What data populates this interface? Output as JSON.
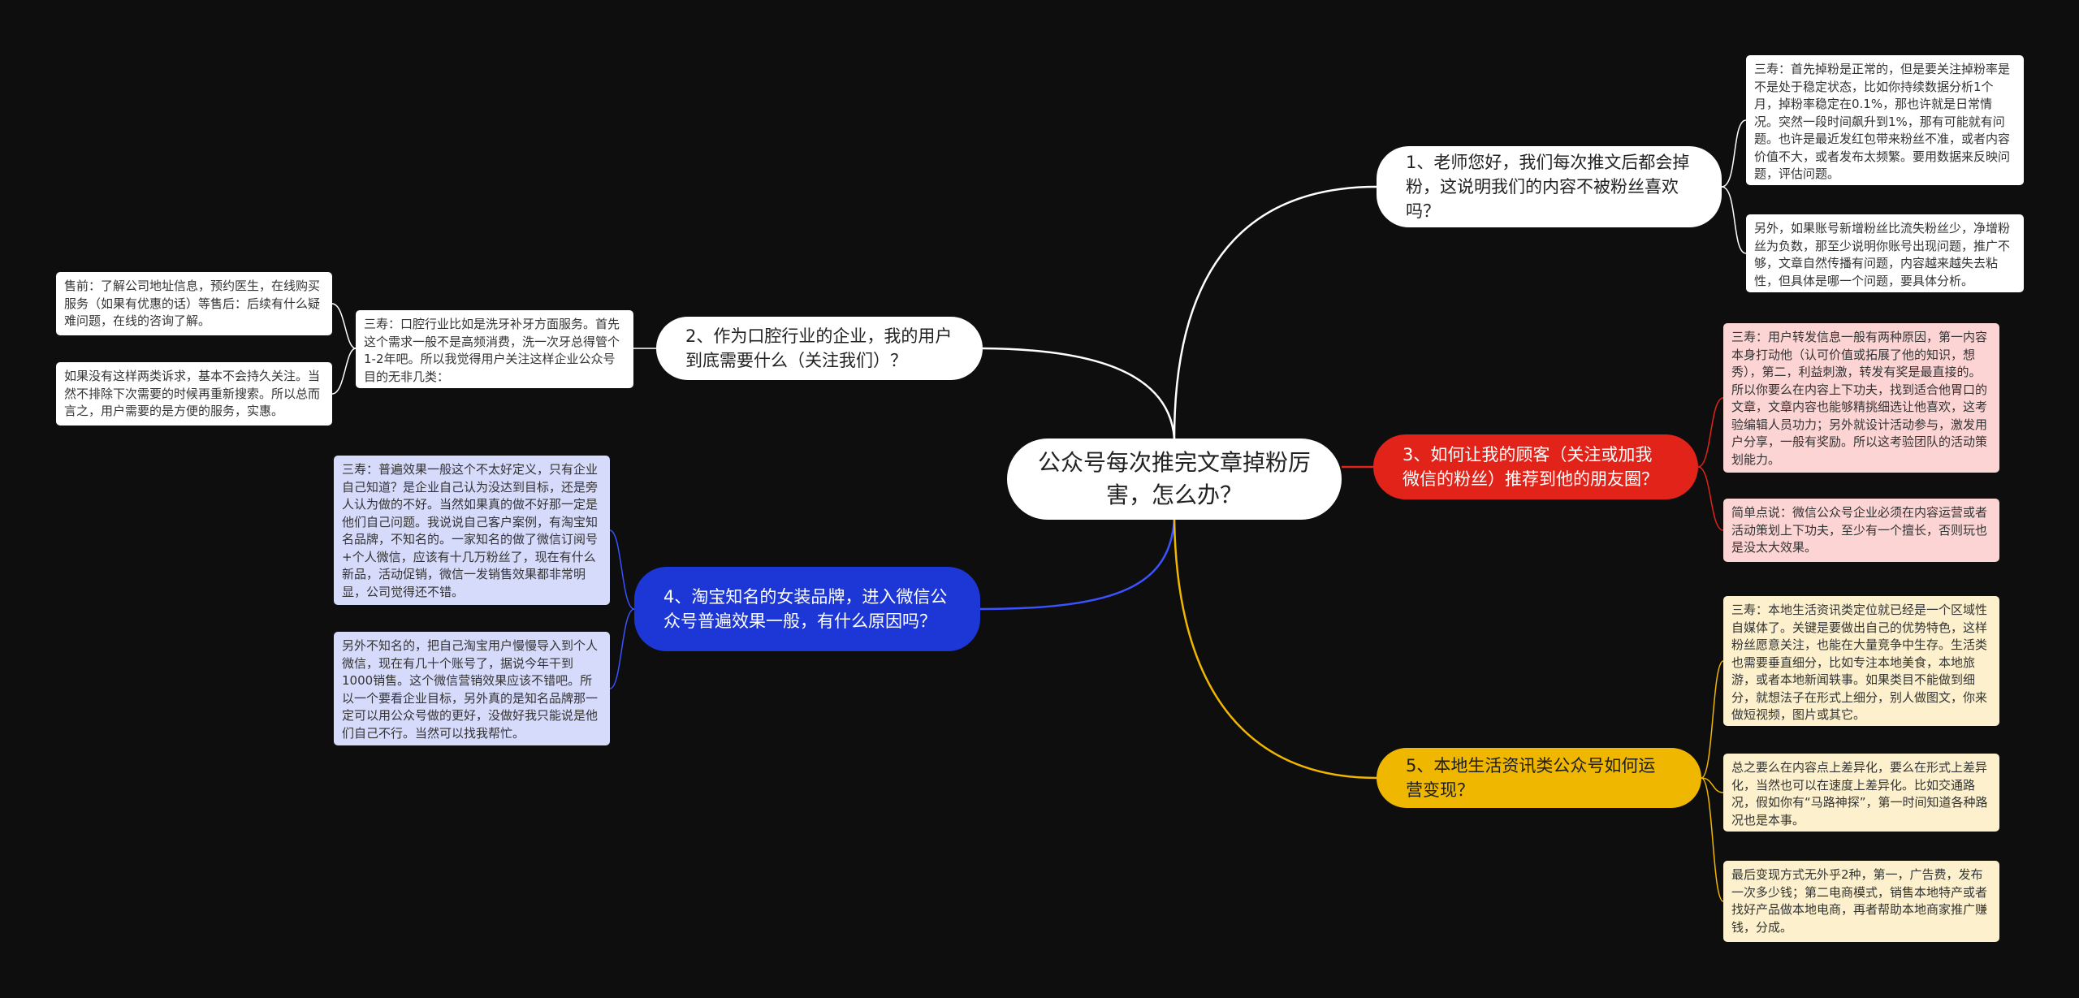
{
  "mindmap": {
    "center": "公众号每次推完文章掉粉厉害，怎么办？",
    "topics": [
      {
        "label": "1、老师您好，我们每次推文后都会掉粉，这说明我们的内容不被粉丝喜欢吗？",
        "color": "#ffffff",
        "notes": [
          "三寿：首先掉粉是正常的，但是要关注掉粉率是不是处于稳定状态，比如你持续数据分析1个月，掉粉率稳定在0.1%，那也许就是日常情况。突然一段时间飙升到1%，那有可能就有问题。也许是最近发红包带来粉丝不准，或者内容价值不大，或者发布太频繁。要用数据来反映问题，评估问题。",
          "另外，如果账号新增粉丝比流失粉丝少，净增粉丝为负数，那至少说明你账号出现问题，推广不够，文章自然传播有问题，内容越来越失去粘性，但具体是哪一个问题，要具体分析。"
        ]
      },
      {
        "label": "2、作为口腔行业的企业，我的用户到底需要什么（关注我们）？",
        "color": "#ffffff",
        "notes": [
          "三寿：口腔行业比如是洗牙补牙方面服务。首先这个需求一般不是高频消费，洗一次牙总得管个1-2年吧。所以我觉得用户关注这样企业公众号目的无非几类：",
          "售前：了解公司地址信息，预约医生，在线购买服务（如果有优惠的话）等售后：后续有什么疑难问题，在线的咨询了解。",
          "如果没有这样两类诉求，基本不会持久关注。当然不排除下次需要的时候再重新搜索。所以总而言之，用户需要的是方便的服务，实惠。"
        ]
      },
      {
        "label": "3、如何让我的顾客（关注或加我微信的粉丝）推荐到他的朋友圈？",
        "color": "#e2231a",
        "notes": [
          "三寿：用户转发信息一般有两种原因，第一内容本身打动他（认可价值或拓展了他的知识，想秀），第二，利益刺激，转发有奖是最直接的。所以你要么在内容上下功夫，找到适合他胃口的文章，文章内容也能够精挑细选让他喜欢，这考验编辑人员功力；另外就设计活动参与，激发用户分享，一般有奖励。所以这考验团队的活动策划能力。",
          "简单点说：微信公众号企业必须在内容运营或者活动策划上下功夫，至少有一个擅长，否则玩也是没太大效果。"
        ]
      },
      {
        "label": "4、淘宝知名的女装品牌，进入微信公众号普遍效果一般，有什么原因吗？",
        "color": "#1d37d6",
        "notes": [
          "三寿：普遍效果一般这个不太好定义，只有企业自己知道？是企业自己认为没达到目标，还是旁人认为做的不好。当然如果真的做不好那一定是他们自己问题。我说说自己客户案例，有淘宝知名品牌，不知名的。一家知名的做了微信订阅号+个人微信，应该有十几万粉丝了，现在有什么新品，活动促销，微信一发销售效果都非常明显，公司觉得还不错。",
          "另外不知名的，把自己淘宝用户慢慢导入到个人微信，现在有几十个账号了，据说今年干到1000销售。这个微信营销效果应该不错吧。所以一个要看企业目标，另外真的是知名品牌那一定可以用公众号做的更好，没做好我只能说是他们自己不行。当然可以找我帮忙。"
        ]
      },
      {
        "label": "5、本地生活资讯类公众号如何运营变现？",
        "color": "#efb700",
        "notes": [
          "三寿：本地生活资讯类定位就已经是一个区域性自媒体了。关键是要做出自己的优势特色，这样粉丝愿意关注，也能在大量竞争中生存。生活类也需要垂直细分，比如专注本地美食，本地旅游，或者本地新闻轶事。如果类目不能做到细分，就想法子在形式上细分，别人做图文，你来做短视频，图片或其它。",
          "总之要么在内容点上差异化，要么在形式上差异化，当然也可以在速度上差异化。比如交通路况，假如你有“马路神探”，第一时间知道各种路况也是本事。",
          "最后变现方式无外乎2种，第一，广告费，发布一次多少钱；第二电商模式，销售本地特产或者找好产品做本地电商，再者帮助本地商家推广赚钱，分成。"
        ]
      }
    ],
    "edge_color_default": "#ffffff"
  }
}
